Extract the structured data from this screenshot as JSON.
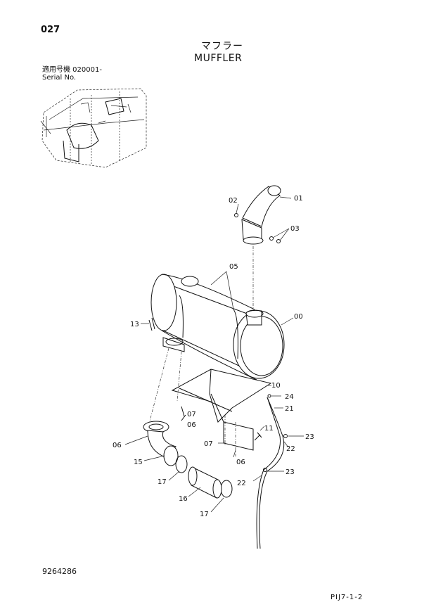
{
  "header": {
    "page_number": "027",
    "title_jp": "マフラー",
    "title_en": "MUFFLER",
    "serial_label": "適用号機 020001-",
    "serial_label_en": "Serial No."
  },
  "callouts": [
    "01",
    "02",
    "03",
    "05",
    "00",
    "13",
    "10",
    "24",
    "21",
    "07",
    "06",
    "11",
    "23",
    "06",
    "07",
    "06",
    "22",
    "15",
    "17",
    "16",
    "17",
    "22",
    "23"
  ],
  "footer": {
    "doc_number": "9264286",
    "page_code": "PIJ7-1-2"
  }
}
